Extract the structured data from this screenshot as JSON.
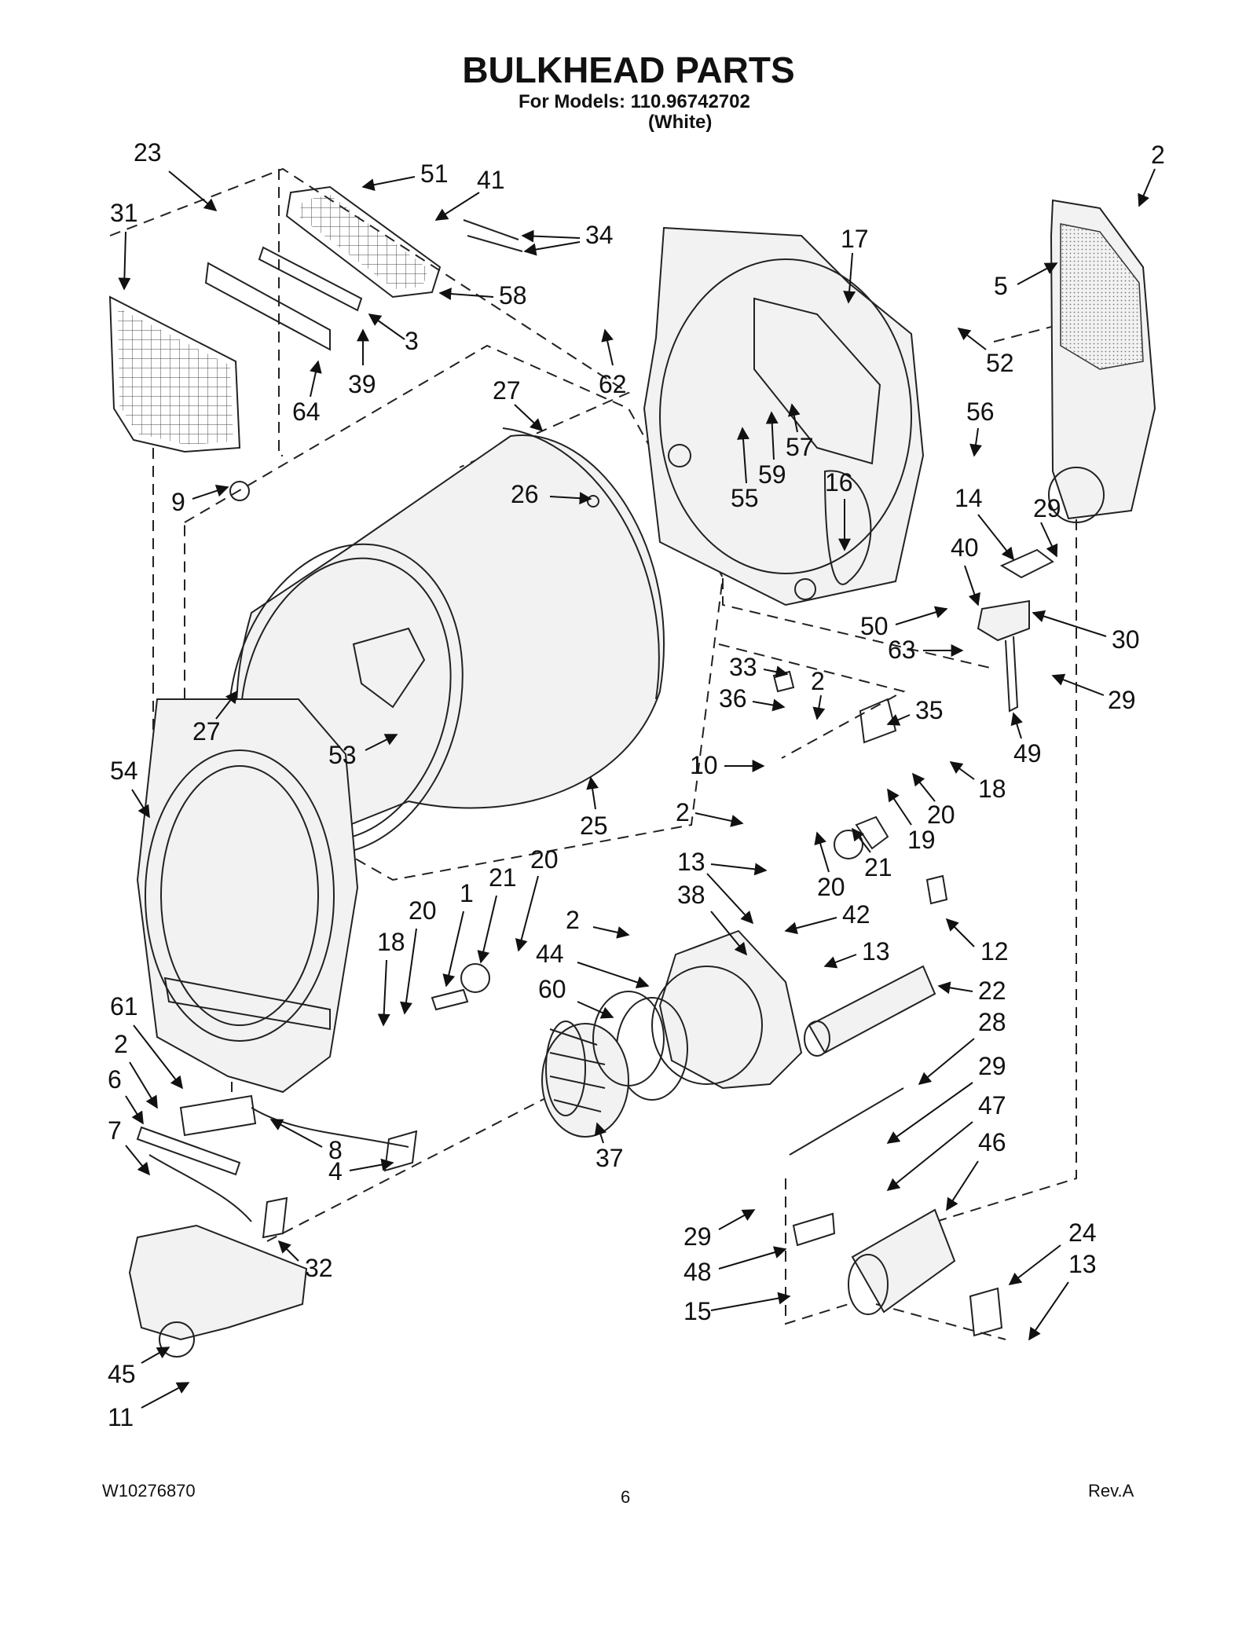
{
  "header": {
    "title": "BULKHEAD PARTS",
    "models_line1": "For Models: 110.96742702",
    "models_line2": "(White)"
  },
  "footer": {
    "doc_number": "W10276870",
    "page_number": "6",
    "revision": "Rev.A"
  },
  "callouts": [
    "23",
    "51",
    "41",
    "34",
    "2",
    "31",
    "58",
    "17",
    "5",
    "3",
    "39",
    "62",
    "52",
    "64",
    "27",
    "56",
    "57",
    "59",
    "55",
    "16",
    "14",
    "29",
    "9",
    "26",
    "40",
    "50",
    "30",
    "63",
    "33",
    "2",
    "36",
    "35",
    "29",
    "49",
    "27",
    "53",
    "10",
    "18",
    "20",
    "54",
    "2",
    "25",
    "19",
    "21",
    "20",
    "21",
    "20",
    "18",
    "20",
    "1",
    "13",
    "38",
    "42",
    "12",
    "2",
    "44",
    "13",
    "22",
    "60",
    "61",
    "28",
    "2",
    "6",
    "29",
    "8",
    "47",
    "46",
    "7",
    "4",
    "37",
    "29",
    "48",
    "24",
    "13",
    "32",
    "15",
    "45",
    "11"
  ]
}
